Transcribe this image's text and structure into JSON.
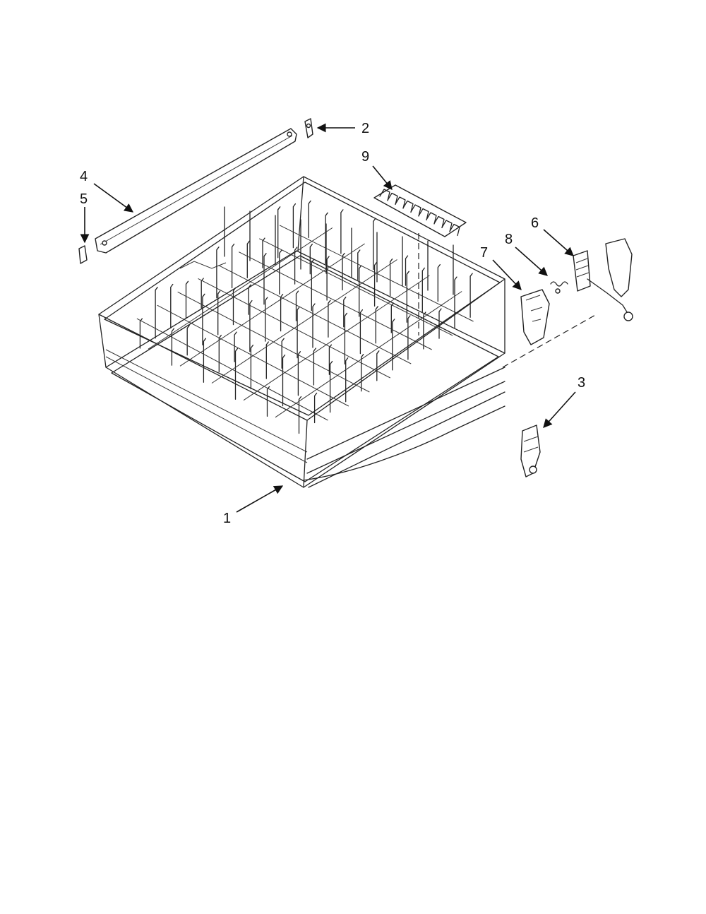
{
  "callouts": {
    "c1": "1",
    "c2": "2",
    "c3": "3",
    "c4": "4",
    "c5": "5",
    "c6": "6",
    "c7": "7",
    "c8": "8",
    "c9": "9"
  },
  "colors": {
    "ink": "#111111",
    "paper": "#ffffff"
  }
}
